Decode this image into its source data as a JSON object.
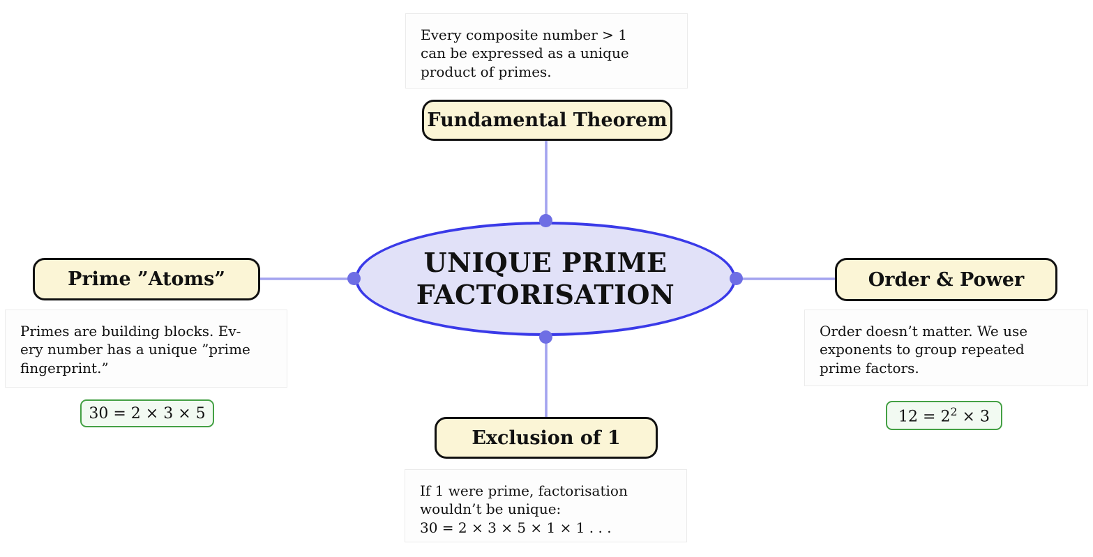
{
  "center": {
    "title": "UNIQUE PRIME\nFACTORISATION"
  },
  "branches": {
    "top": {
      "label": "Fundamental Theorem",
      "note": "Every composite number > 1\ncan be expressed as a unique\nproduct of primes."
    },
    "left": {
      "label": "Prime ”Atoms”",
      "note": "Primes are building blocks. Ev-\nery number has a unique ”prime\nfingerprint.”",
      "example": "30 = 2 × 3 × 5"
    },
    "right": {
      "label": "Order & Power",
      "note": "Order doesn’t matter. We use\nexponents to group repeated\nprime factors.",
      "example": "12 = 2² × 3"
    },
    "bottom": {
      "label": "Exclusion of 1",
      "note": "If 1 were prime, factorisation\nwouldn’t be unique:\n30 = 2 × 3 × 5 × 1 × 1 . . ."
    }
  },
  "colors": {
    "ellipse_fill": "#e1e1f8",
    "ellipse_border": "#3a3ae8",
    "connector_line": "#a3a3ef",
    "connector_dot": "#6e6ee4",
    "node_fill": "#fbf5d6",
    "node_border": "#111111",
    "example_fill": "#f2faf2",
    "example_border": "#44a044",
    "note_fill": "#fdfdfd",
    "note_border": "#ebebeb"
  }
}
